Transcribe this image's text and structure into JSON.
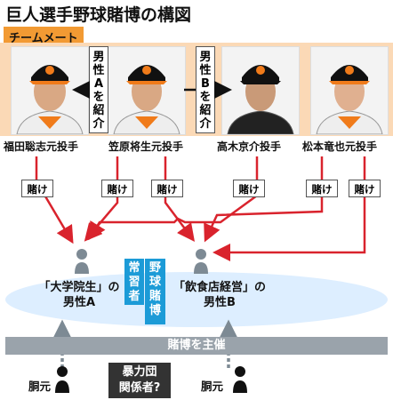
{
  "title": "巨人選手野球賭博の構図",
  "section_label": "チームメート",
  "players": [
    {
      "name": "福田聡志元投手"
    },
    {
      "name": "笠原将生元投手"
    },
    {
      "name": "高木京介投手"
    },
    {
      "name": "松本竜也元投手"
    }
  ],
  "intro_a": [
    "男",
    "性",
    "A",
    "を",
    "紹",
    "介"
  ],
  "intro_b": [
    "男",
    "性",
    "B",
    "を",
    "紹",
    "介"
  ],
  "bet_label": "賭け",
  "habitual": {
    "col1": [
      "常",
      "習",
      "者"
    ],
    "col2": [
      "野",
      "球",
      "賭",
      "博"
    ]
  },
  "male_a": {
    "line1": "「大学院生」の",
    "line2": "男性A"
  },
  "male_b": {
    "line1": "「飲食店経営」の",
    "line2": "男性B"
  },
  "gambling_host": "賭博を主催",
  "bookie_label": "胴元",
  "yakuza": {
    "line1": "暴力団",
    "line2": "関係者?"
  },
  "colors": {
    "arrow": "#d9232d",
    "accent": "#1c9bd7",
    "person": "#7d8a94",
    "team_label": "#f29a33",
    "photo_bg": "#fbd9b6"
  }
}
